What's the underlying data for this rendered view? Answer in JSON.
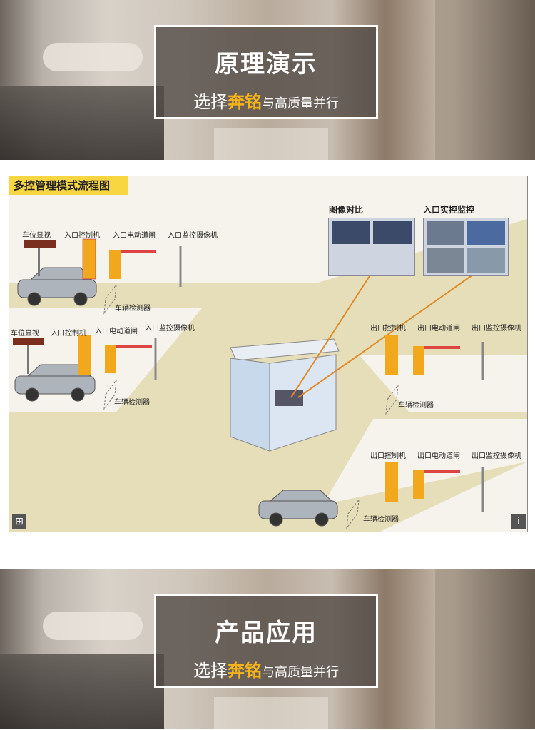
{
  "banner_top": {
    "title": "原理演示",
    "sub_prefix": "选择",
    "brand": "奔铭",
    "sub_suffix": "与高质量并行"
  },
  "diagram": {
    "title": "多控管理模式流程图",
    "labels": {
      "display1": "车位显视",
      "entry_ctrl1": "入口控制机",
      "entry_gate1": "入口电动道闸",
      "entry_cam1": "入口监控摄像机",
      "detector1": "车辆检测器",
      "display2": "车位显视",
      "entry_ctrl2": "入口控制机",
      "entry_gate2": "入口电动道闸",
      "entry_cam2": "入口监控摄像机",
      "detector2": "车辆检测器",
      "img_compare": "图像对比",
      "live_monitor": "入口实控监控",
      "exit_ctrl1": "出口控制机",
      "exit_gate1": "出口电动道闸",
      "exit_cam1": "出口监控摄像机",
      "detector3": "车辆检测器",
      "exit_ctrl2": "出口控制机",
      "exit_gate2": "出口电动道闸",
      "exit_cam2": "出口监控摄像机",
      "detector4": "车辆检测器"
    },
    "corner_left": "⊞",
    "corner_right": "i"
  },
  "banner_bottom": {
    "title": "产品应用",
    "sub_prefix": "选择",
    "brand": "奔铭",
    "sub_suffix": "与高质量并行"
  },
  "colors": {
    "accent": "#f6b41a",
    "diagram_title_bg": "#f7d641",
    "floor": "#e6ddb9",
    "arrow": "#e08a2a"
  }
}
